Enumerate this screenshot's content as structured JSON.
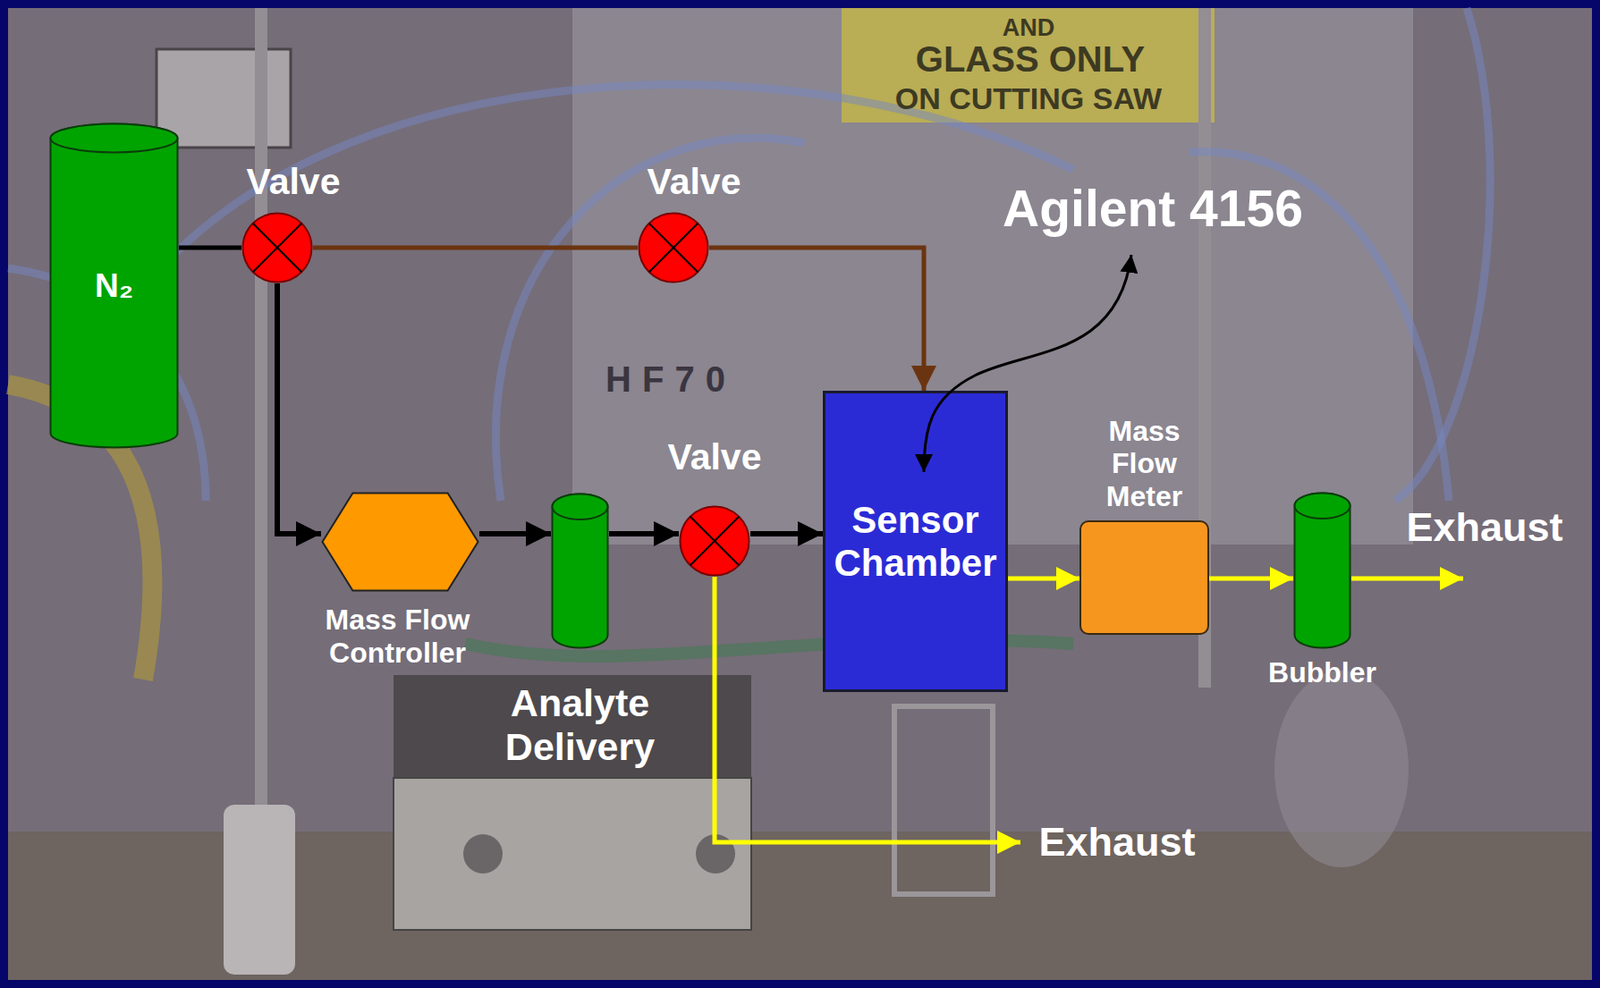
{
  "diagram": {
    "nodes": [
      {
        "text": [
          "N₂"
        ]
      },
      {
        "text": [
          "Valve"
        ]
      },
      {
        "text": [
          "Valve"
        ]
      },
      {
        "text": [
          "Mass Flow Controller"
        ]
      },
      {
        "text": [
          "Analyte Delivery"
        ]
      },
      {
        "text": [
          "Valve"
        ]
      },
      {
        "text": [
          "Sensor Chamber"
        ]
      },
      {
        "text": [
          "Mass Flow Meter"
        ]
      },
      {
        "text": [
          "Bubbler"
        ]
      }
    ],
    "edges": [
      {
        "from": 0,
        "to": 1,
        "arrow": "none"
      },
      {
        "from": 1,
        "to": 2,
        "arrow": "none"
      },
      {
        "from": 2,
        "to": 6,
        "arrow": "to"
      },
      {
        "from": 1,
        "to": 3,
        "arrow": "to"
      },
      {
        "from": 3,
        "to": 4,
        "arrow": "to"
      },
      {
        "from": 4,
        "to": 5,
        "arrow": "to"
      },
      {
        "from": 5,
        "to": 6,
        "arrow": "to"
      },
      {
        "from": 6,
        "to": 7,
        "arrow": "to"
      },
      {
        "from": 7,
        "to": 8,
        "arrow": "to"
      }
    ],
    "labels": [
      "AND",
      "GLASS ONLY",
      "ON CUTTING SAW",
      "Agilent 4156",
      "HF70",
      "Exhaust",
      "Exhaust"
    ]
  }
}
